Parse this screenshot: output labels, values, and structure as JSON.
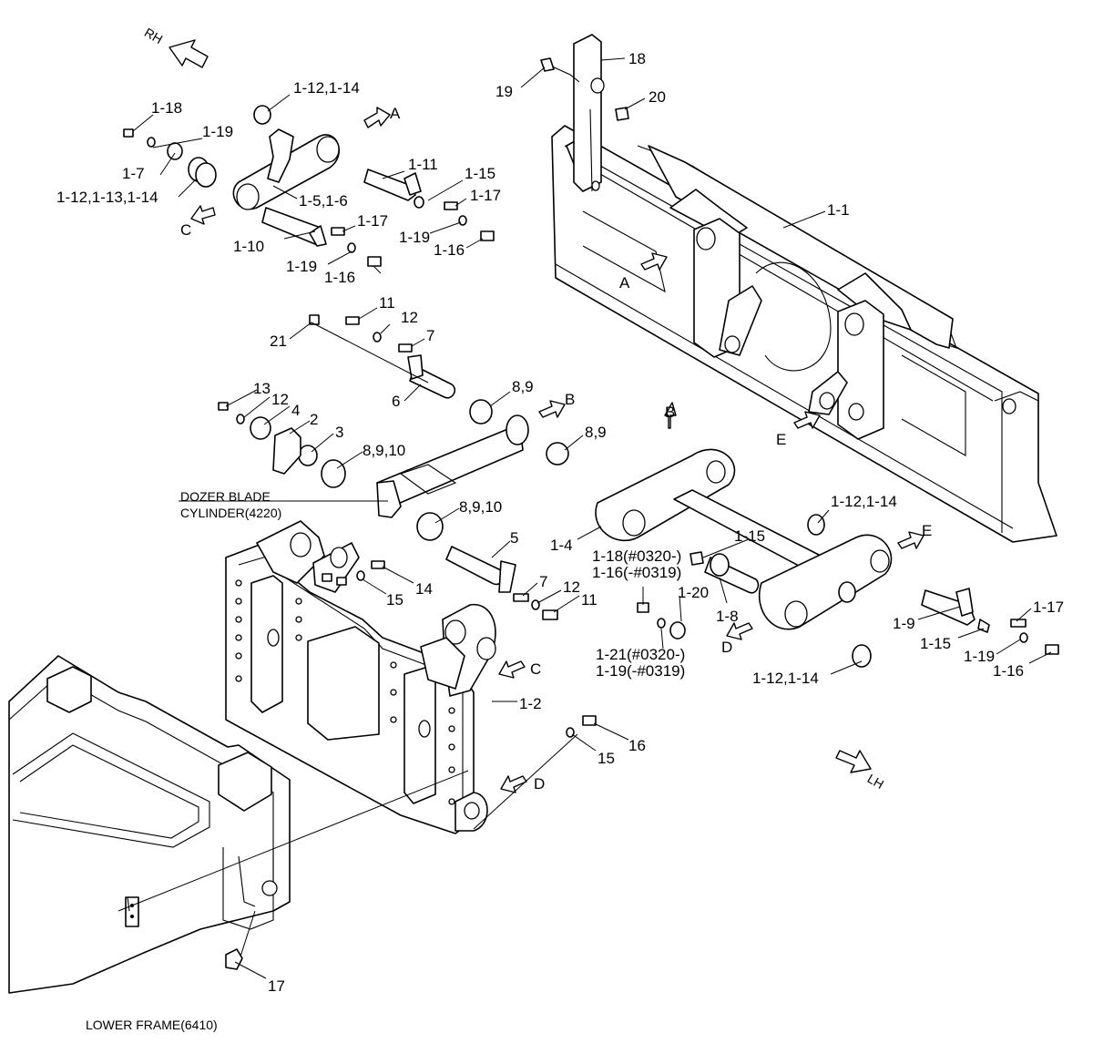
{
  "direction_markers": {
    "rh": "RH",
    "lh": "LH"
  },
  "view_arrows": {
    "a": "A",
    "b": "B",
    "c": "C",
    "d": "D",
    "e": "E"
  },
  "part_labels": {
    "p1_18_top": "1-18",
    "p1_19_top": "1-19",
    "p1_7": "1-7",
    "p1_12_13_14": "1-12,1-13,1-14",
    "p1_12_14_top": "1-12,1-14",
    "p1_11": "1-11",
    "p1_15_top": "1-15",
    "p1_17_top": "1-17",
    "p1_5_6": "1-5,1-6",
    "p1_17_mid": "1-17",
    "p1_19_mid": "1-19",
    "p1_16_mid": "1-16",
    "p1_10": "1-10",
    "p1_19_mid2": "1-19",
    "p1_16_mid2": "1-16",
    "p18": "18",
    "p19": "19",
    "p20": "20",
    "p1_1": "1-1",
    "p11": "11",
    "p12": "12",
    "p7": "7",
    "p21": "21",
    "p6": "6",
    "p13": "13",
    "p12_b": "12",
    "p4": "4",
    "p2": "2",
    "p3": "3",
    "p8_9_a": "8,9",
    "p8_9_b": "8,9",
    "p8_9_10_a": "8,9,10",
    "p8_9_10_b": "8,9,10",
    "p5": "5",
    "p7_b": "7",
    "p12_c": "12",
    "p11_b": "11",
    "p14": "14",
    "p15": "15",
    "p1_2": "1-2",
    "p15_b": "15",
    "p16": "16",
    "p17": "17",
    "p1_4": "1-4",
    "p1_12_14_right": "1-12,1-14",
    "p1_15_right": "1-15",
    "p1_18_0320": "1-18(#0320-)",
    "p1_16_0319": "1-16(-#0319)",
    "p1_20": "1-20",
    "p1_8": "1-8",
    "p1_21_0320": "1-21(#0320-)",
    "p1_19_0319": "1-19(-#0319)",
    "p1_9": "1-9",
    "p1_15_r2": "1-15",
    "p1_17_right": "1-17",
    "p1_19_right": "1-19",
    "p1_16_right": "1-16",
    "p1_12_14_bottom": "1-12,1-14"
  },
  "captions": {
    "cylinder_line1": "DOZER BLADE",
    "cylinder_line2": "CYLINDER(4220)",
    "lower_frame": "LOWER FRAME(6410)"
  }
}
